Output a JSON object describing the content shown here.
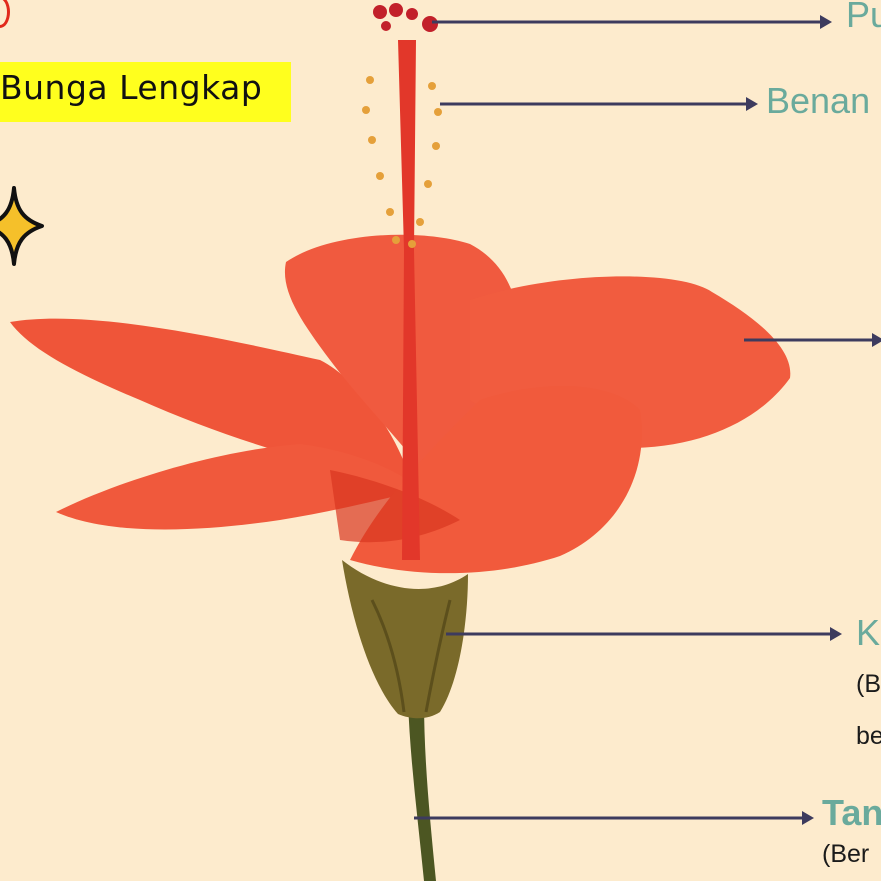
{
  "title": "Bunga Lengkap",
  "labels": {
    "putik": "Pu",
    "benang_sari": "Benan",
    "kelopak": "K",
    "kelopak_note_line1": "(B",
    "kelopak_note_line2": "be",
    "tangkai": "Tan",
    "tangkai_note": "(Ber"
  },
  "colors": {
    "background": "#fdebcd",
    "highlight": "#ffff1e",
    "label": "#6aaa9c",
    "arrow": "#3d3b5e",
    "petal": "#f0543a"
  },
  "icons": [
    "sparkle-icon",
    "hibiscus-flower"
  ]
}
